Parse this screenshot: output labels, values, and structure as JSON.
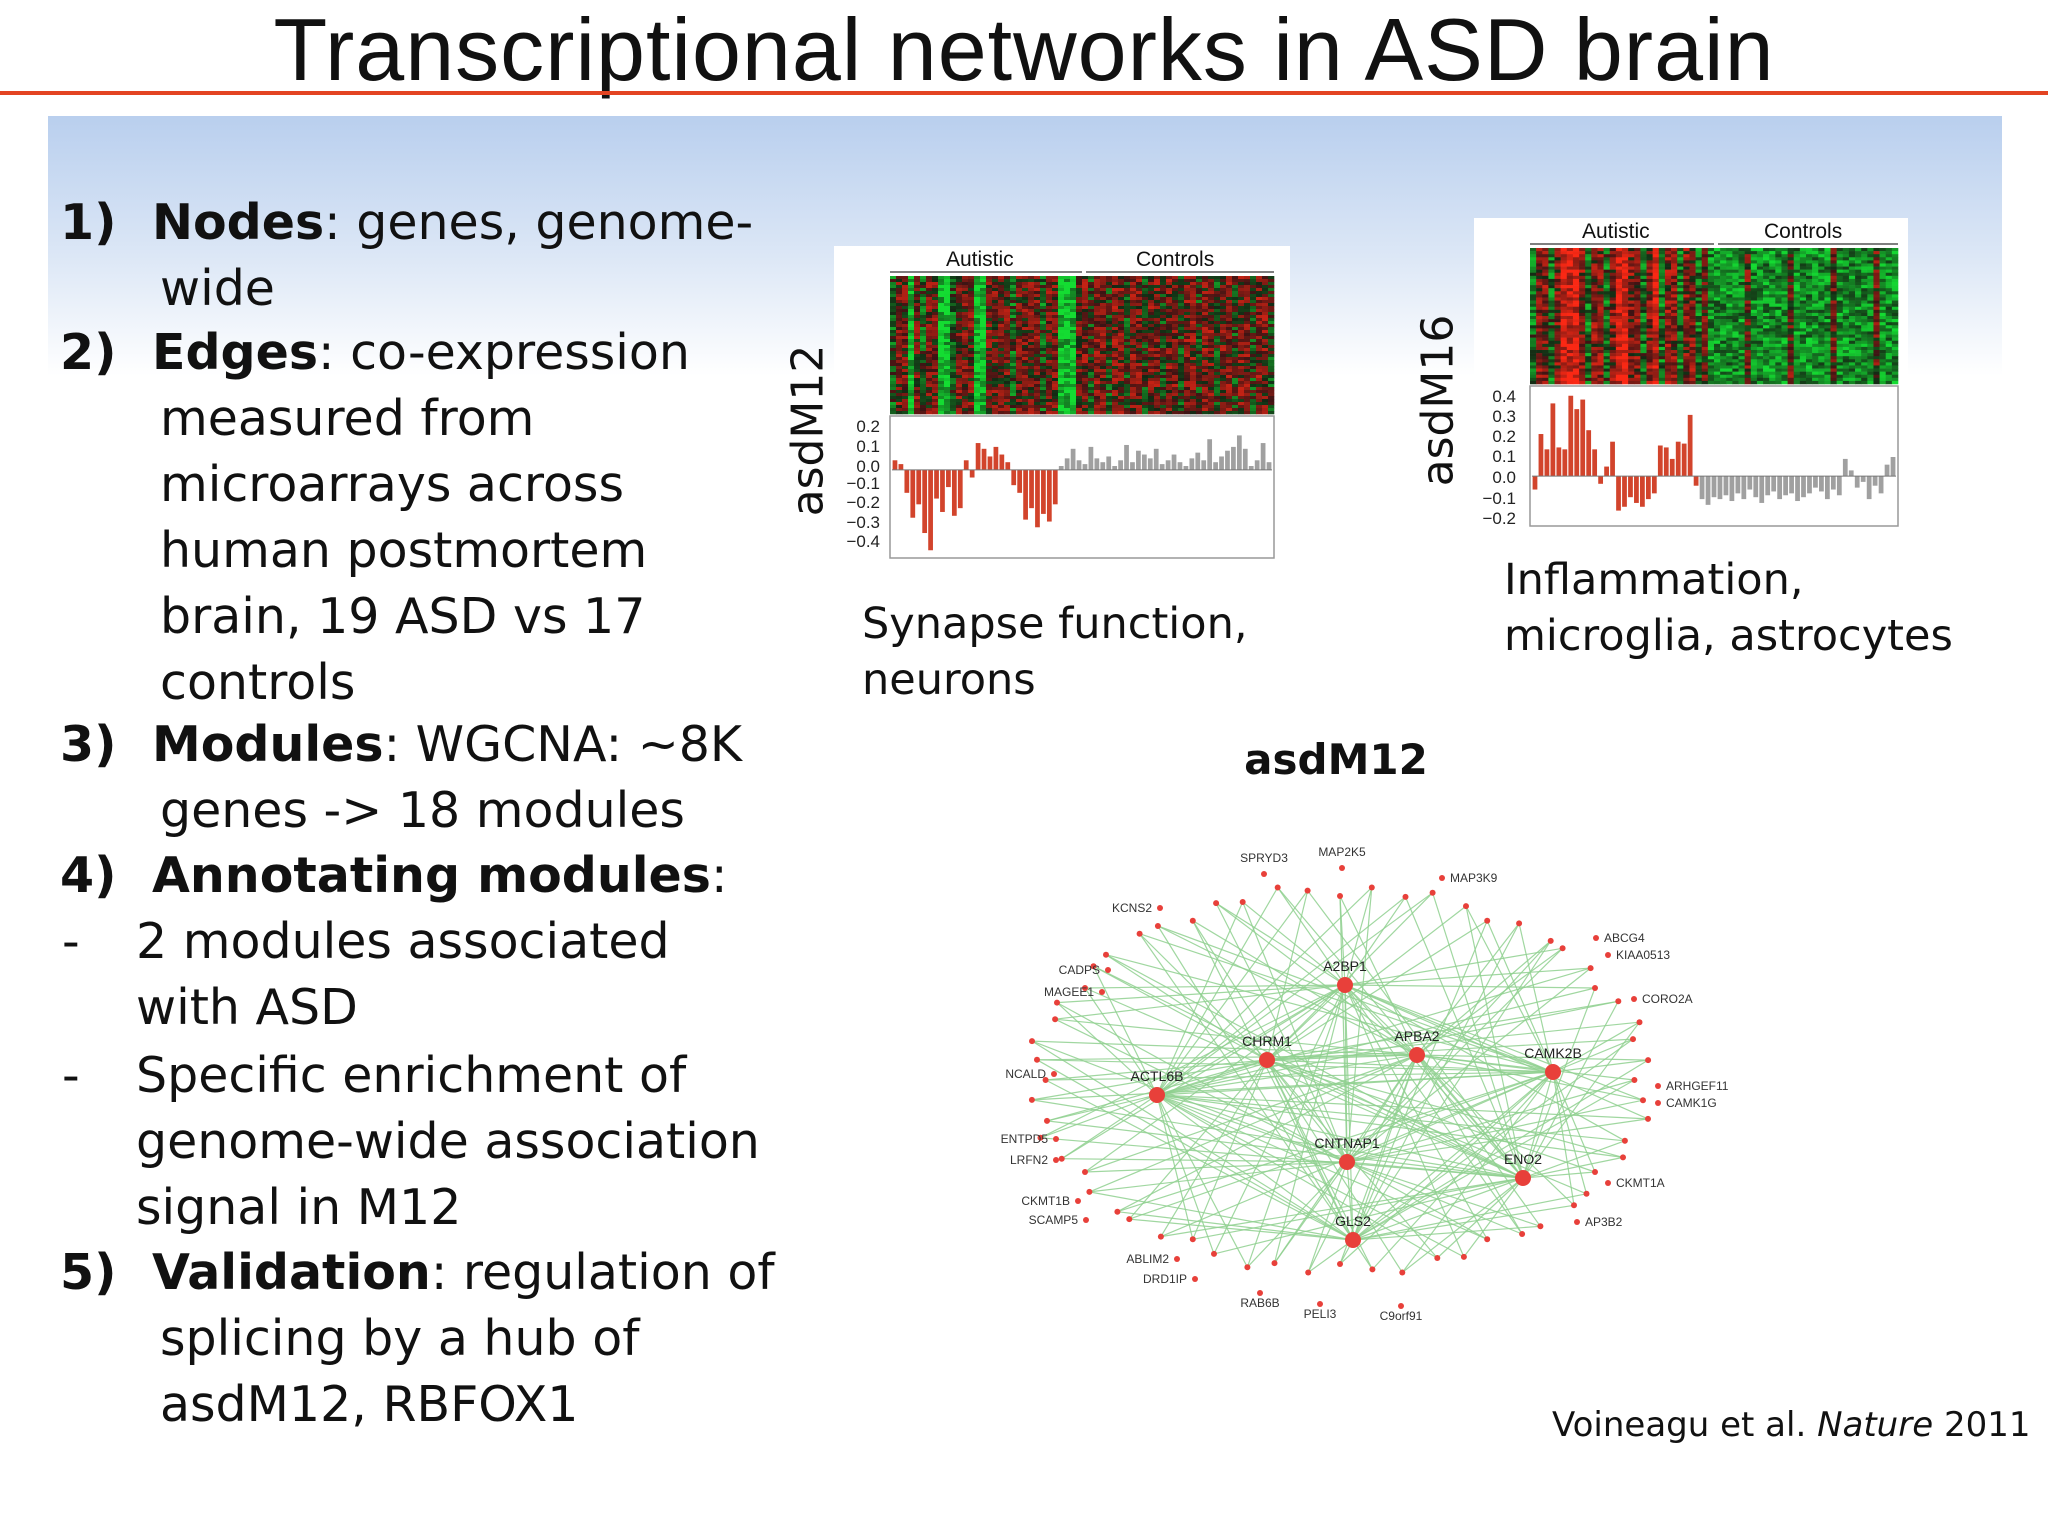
{
  "slide": {
    "title": "Transcriptional networks in ASD brain",
    "citation_authors": "Voineagu et al.",
    "citation_journal": "Nature",
    "citation_year": "2011"
  },
  "list": {
    "item1": {
      "num": "1)",
      "term": "Nodes",
      "rest1": ": genes, genome-",
      "line2": "wide"
    },
    "item2": {
      "num": "2)",
      "term": "Edges",
      "rest1": ": co-expression",
      "lines": [
        "measured from",
        "microarrays across",
        "human postmortem",
        "brain, 19 ASD vs 17",
        "controls"
      ]
    },
    "item3": {
      "num": "3)",
      "term": "Modules",
      "rest1": ": WGCNA: ~8K",
      "line2": "genes -> 18 modules"
    },
    "item4": {
      "num": "4)",
      "term": "Annotating modules",
      "rest1": ":"
    },
    "bullet1": {
      "dash": "-",
      "lines": [
        "2 modules associated",
        "with ASD"
      ]
    },
    "bullet2": {
      "dash": "-",
      "lines": [
        "Specific enrichment of",
        "genome-wide association",
        "signal in M12"
      ]
    },
    "item5": {
      "num": "5)",
      "term": "Validation",
      "rest1": ": regulation of",
      "lines": [
        "splicing by a hub of",
        "asdM12, RBFOX1"
      ]
    }
  },
  "panels": {
    "m12": {
      "label": "asdM12",
      "group_a": "Autistic",
      "group_b": "Controls",
      "caption": [
        "Synapse function,",
        "neurons"
      ],
      "ticks": [
        "0.2",
        "0.1",
        "0.0",
        "−0.1",
        "−0.2",
        "−0.3",
        "−0.4"
      ]
    },
    "m16": {
      "label": "asdM16",
      "group_a": "Autistic",
      "group_b": "Controls",
      "caption": [
        "Inflammation,",
        "microglia, astrocytes"
      ],
      "ticks": [
        "0.4",
        "0.3",
        "0.2",
        "0.1",
        "0.0",
        "−0.1",
        "−0.2"
      ]
    }
  },
  "chart_data": [
    {
      "type": "bar",
      "ylim": [
        -0.45,
        0.25
      ],
      "series": [
        {
          "values": [
            0.05,
            0.03,
            -0.12,
            -0.25,
            -0.18,
            -0.33,
            -0.42,
            -0.15,
            -0.22,
            -0.09,
            -0.24,
            -0.2,
            0.05,
            -0.04,
            0.14,
            0.11,
            0.07,
            0.12,
            0.08,
            0.04,
            -0.08,
            -0.12,
            -0.26,
            -0.2,
            -0.3,
            -0.23,
            -0.27,
            -0.18
          ]
        },
        {
          "values": [
            0.02,
            0.06,
            0.11,
            0.05,
            0.03,
            0.12,
            0.06,
            0.04,
            0.07,
            0.02,
            0.05,
            0.13,
            0.04,
            0.1,
            0.08,
            0.06,
            0.11,
            0.03,
            0.05,
            0.08,
            0.04,
            0.02,
            0.06,
            0.09,
            0.05,
            0.16,
            0.04,
            0.07,
            0.1,
            0.12,
            0.18,
            0.11,
            0.02,
            0.05,
            0.14,
            0.04
          ]
        }
      ]
    },
    {
      "type": "bar",
      "ylim": [
        -0.25,
        0.45
      ],
      "series": [
        {
          "values": [
            -0.07,
            0.22,
            0.14,
            0.38,
            0.15,
            0.14,
            0.42,
            0.35,
            0.4,
            0.24,
            0.14,
            -0.04,
            0.05,
            0.18,
            -0.18,
            -0.16,
            -0.11,
            -0.14,
            -0.16,
            -0.12,
            -0.09,
            0.16,
            0.15,
            0.09,
            0.18,
            0.17,
            0.32,
            -0.05
          ]
        },
        {
          "values": [
            -0.12,
            -0.15,
            -0.11,
            -0.12,
            -0.1,
            -0.13,
            -0.09,
            -0.12,
            -0.07,
            -0.11,
            -0.14,
            -0.1,
            -0.08,
            -0.12,
            -0.1,
            -0.09,
            -0.13,
            -0.11,
            -0.09,
            -0.06,
            -0.08,
            -0.12,
            -0.07,
            -0.1,
            0.09,
            0.03,
            -0.06,
            -0.03,
            -0.12,
            -0.05,
            -0.09,
            0.06,
            0.1
          ]
        }
      ]
    }
  ],
  "network": {
    "title": "asdM12",
    "hubs": [
      {
        "id": "A2BP1",
        "label": "A2BP1"
      },
      {
        "id": "CHRM1",
        "label": "CHRM1"
      },
      {
        "id": "APBA2",
        "label": "APBA2"
      },
      {
        "id": "ACTL6B",
        "label": "ACTL6B"
      },
      {
        "id": "CAMK2B",
        "label": "CAMK2B"
      },
      {
        "id": "CNTNAP1",
        "label": "CNTNAP1"
      },
      {
        "id": "ENO2",
        "label": "ENO2"
      },
      {
        "id": "GLS2",
        "label": "GLS2"
      }
    ],
    "labeled_nodes": [
      "SPRYD3",
      "MAP2K5",
      "MAP3K9",
      "KCNS2",
      "ABCG4",
      "KIAA0513",
      "CADPS",
      "MAGEE1",
      "CORO2A",
      "NCALD",
      "ARHGEF11",
      "CAMK1G",
      "ENTPD5",
      "LRFN2",
      "CKMT1A",
      "CKMT1B",
      "SCAMP5",
      "AP3B2",
      "ABLIM2",
      "DRD1IP",
      "RAB6B",
      "PELI3",
      "C9orf91"
    ],
    "accent": "#e8403a",
    "edge_color": "#8fd08f"
  }
}
